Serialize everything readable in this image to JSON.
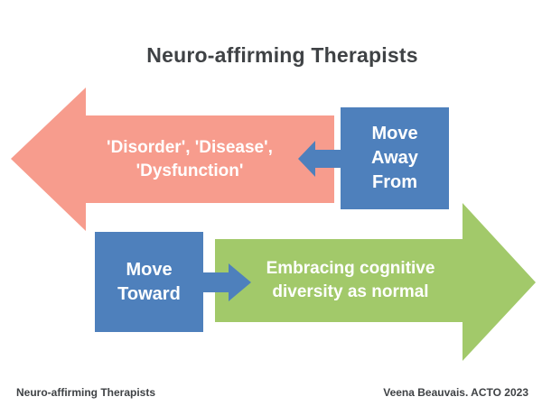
{
  "title": "Neuro-affirming Therapists",
  "colors": {
    "salmon": "#F79C8D",
    "blue": "#4E80BC",
    "green": "#A2C96A",
    "text_dark": "#3F4245",
    "white": "#FFFFFF",
    "background": "#FFFFFF"
  },
  "away_arrow": {
    "direction": "left",
    "lines": [
      "'Disorder', 'Disease',",
      "'Dysfunction'"
    ]
  },
  "away_box": {
    "lines": [
      "Move",
      "Away",
      "From"
    ]
  },
  "toward_box": {
    "lines": [
      "Move",
      "Toward"
    ]
  },
  "toward_arrow": {
    "direction": "right",
    "lines": [
      "Embracing cognitive",
      "diversity as normal"
    ]
  },
  "footer": {
    "left": "Neuro-affirming Therapists",
    "right": "Veena Beauvais. ACTO 2023"
  }
}
